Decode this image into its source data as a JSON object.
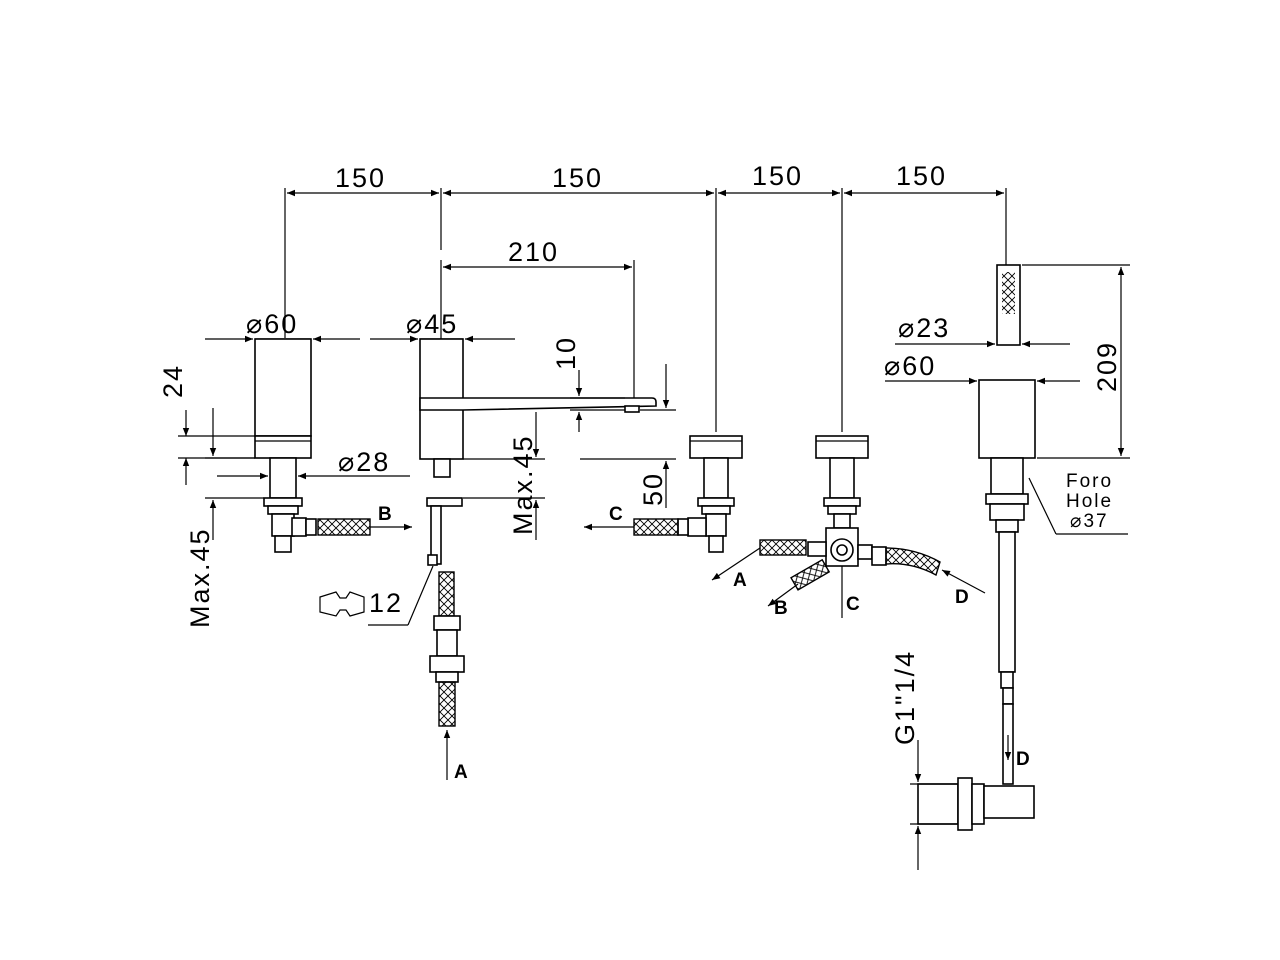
{
  "dimensions": {
    "spacing_1": "150",
    "spacing_2": "150",
    "spacing_3": "150",
    "spacing_4": "150",
    "spout_reach": "210",
    "spout_thickness": "10",
    "spout_height": "50",
    "handle_height": "24",
    "deck_max_left": "Max.45",
    "deck_max_spout": "Max.45",
    "handshower_height": "209",
    "thread": "G1\"1/4",
    "wrench": "12"
  },
  "diameters": {
    "left_handle": "60",
    "spout_body": "45",
    "left_shank": "28",
    "handshower": "23",
    "handshower_base": "60"
  },
  "hole_note": {
    "line1": "Foro",
    "line2": "Hole",
    "diameter": "37"
  },
  "connection_labels": {
    "left_valve_out": "B",
    "right_valve_out": "C",
    "diverter_a": "A",
    "diverter_b": "B",
    "diverter_c": "C",
    "diverter_d": "D",
    "spout_in": "A",
    "shower_in": "D"
  }
}
